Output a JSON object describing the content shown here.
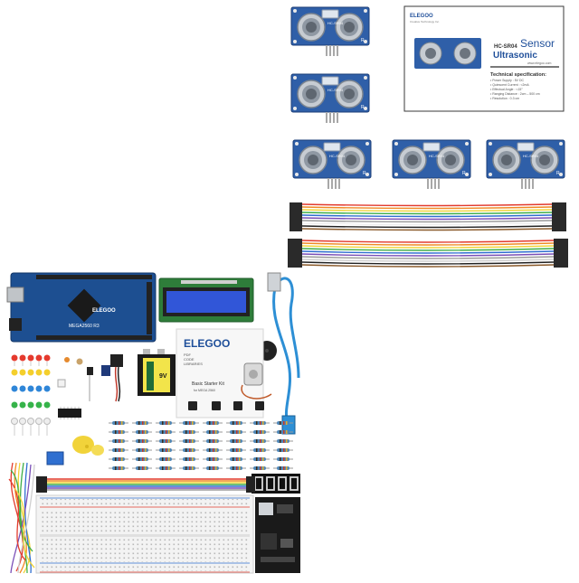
{
  "sensor": {
    "model_label": "HC-SR04",
    "side_label": "R"
  },
  "card": {
    "brand": "ELEGOO",
    "brand_sub": "Creative Technology Inc.",
    "model": "HC-SR04",
    "title_word1": "Sensor",
    "title_word2": "Ultrasonic",
    "url": "www.elegoo.com",
    "spec_title": "Technical specification:",
    "specs": [
      "• Power Supply : 5V DC",
      "• Quiescent Current : <2mA",
      "• Effectual Angle : <15°",
      "• Ranging Distance : 2cm – 500 cm",
      "• Resolution : 0.3 cm"
    ]
  },
  "mega": {
    "brand": "ELEGOO",
    "model": "MEGA2560 R3"
  },
  "booklet": {
    "brand": "ELEGOO",
    "lines": [
      "PDF",
      "CODE",
      "LIBRARIES"
    ],
    "title": "Basic Starter Kit",
    "subtitle": "for MEGA 2560"
  },
  "battery": {
    "label": "9V"
  }
}
